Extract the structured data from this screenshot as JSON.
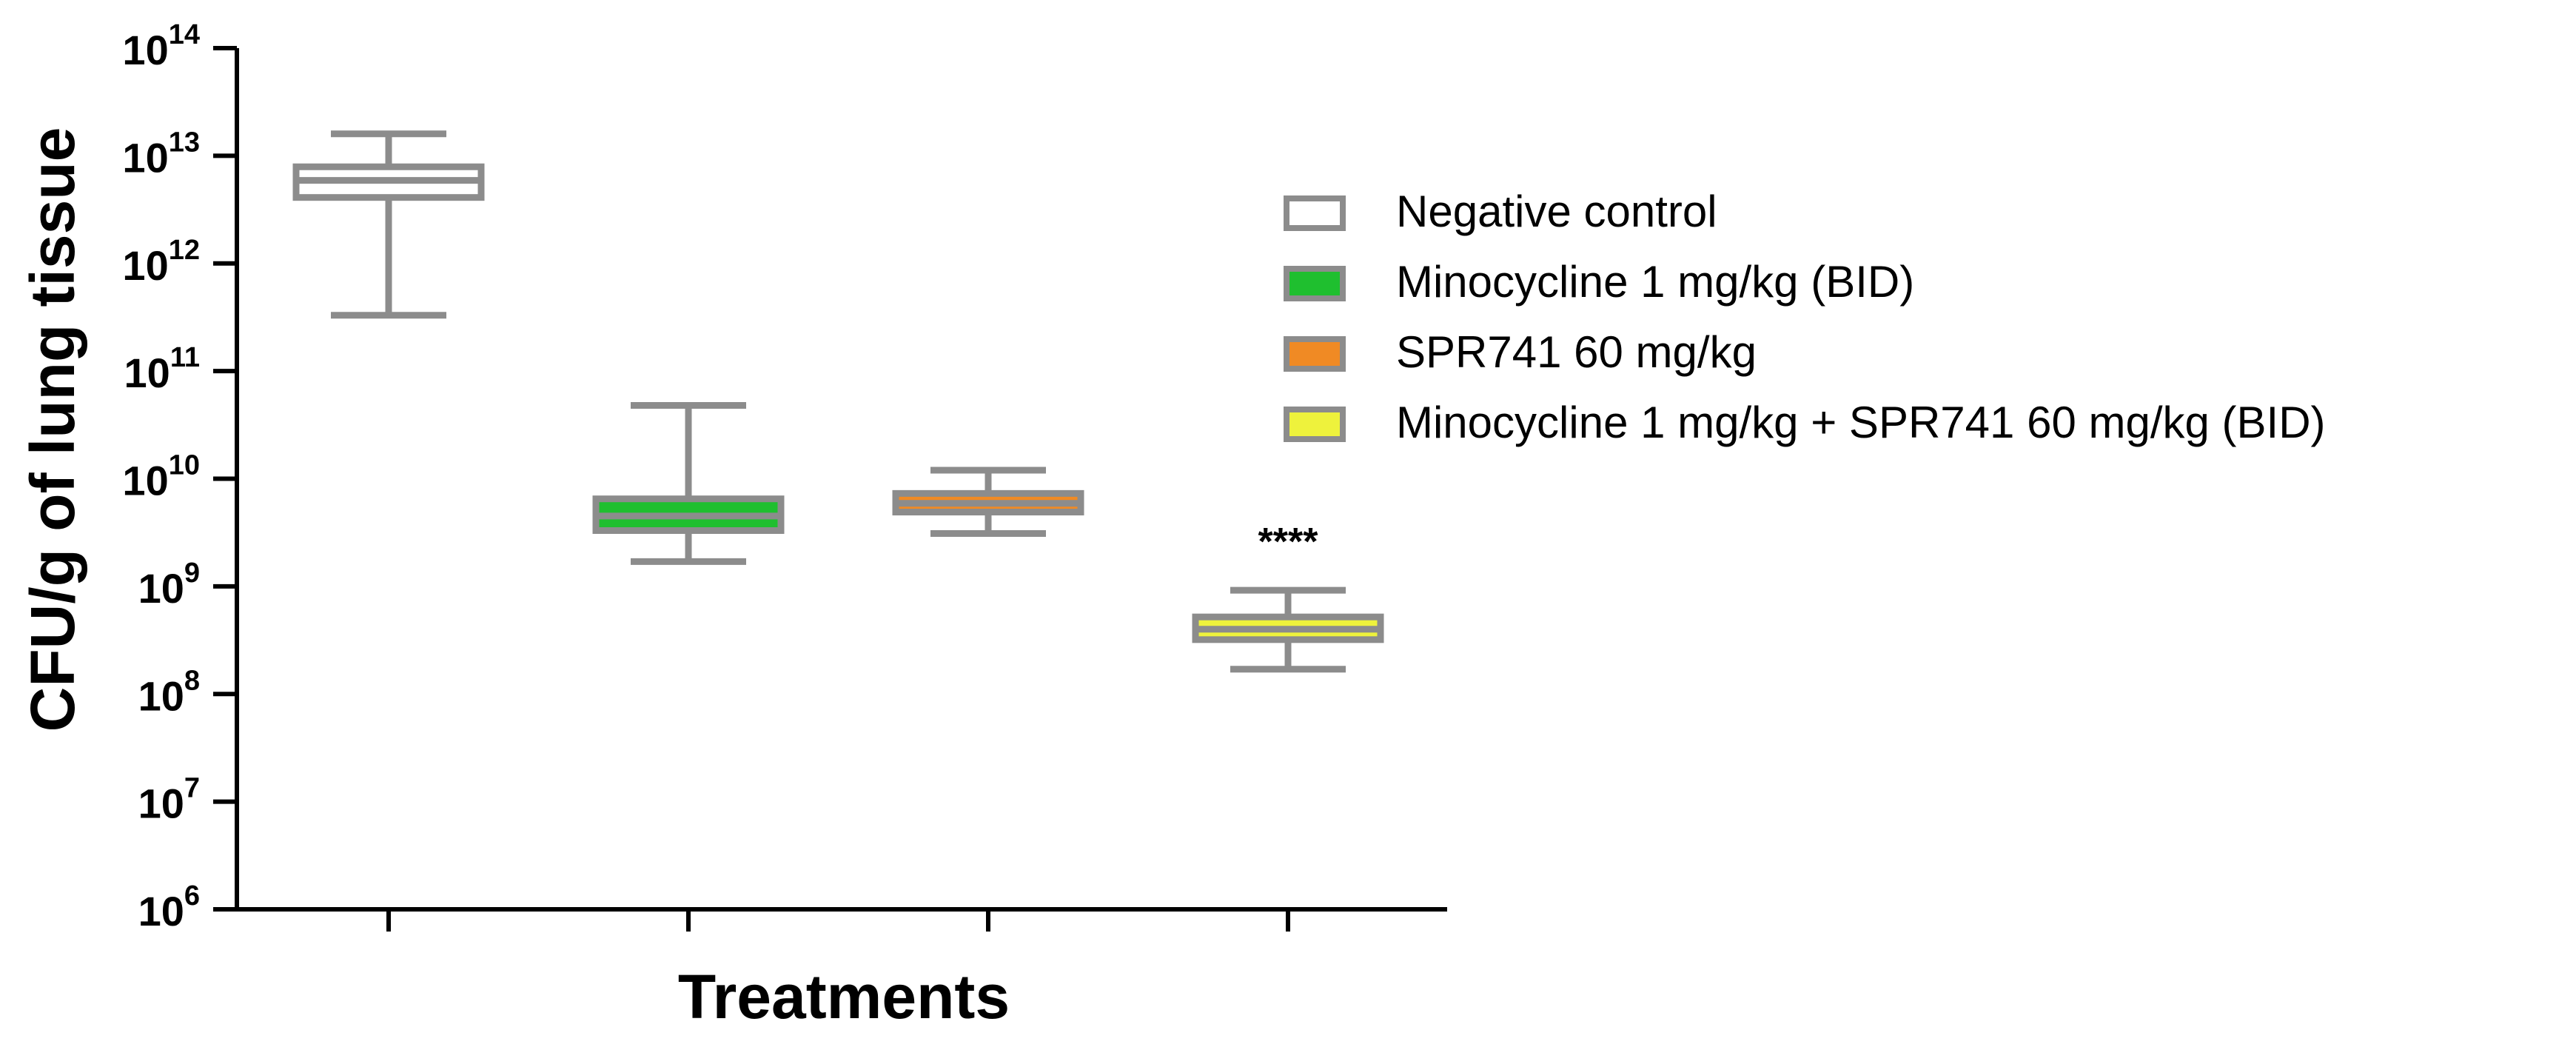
{
  "chart_data": {
    "type": "box",
    "xlabel": "Treatments",
    "ylabel": "CFU/g of lung tissue",
    "yscale": "log",
    "ylim": [
      1000000,
      100000000000000
    ],
    "y_ticks": [
      {
        "value": 1000000,
        "base": "10",
        "exp": "6"
      },
      {
        "value": 10000000,
        "base": "10",
        "exp": "7"
      },
      {
        "value": 100000000,
        "base": "10",
        "exp": "8"
      },
      {
        "value": 1000000000,
        "base": "10",
        "exp": "9"
      },
      {
        "value": 10000000000,
        "base": "10",
        "exp": "10"
      },
      {
        "value": 100000000000,
        "base": "10",
        "exp": "11"
      },
      {
        "value": 1000000000000,
        "base": "10",
        "exp": "12"
      },
      {
        "value": 10000000000000,
        "base": "10",
        "exp": "13"
      },
      {
        "value": 100000000000000,
        "base": "10",
        "exp": "14"
      }
    ],
    "legend_position": "right",
    "series": [
      {
        "name": "Negative control",
        "fill": "#ffffff",
        "min": 330000000000,
        "q1": 4100000000000,
        "median": 5900000000000,
        "q3": 7900000000000,
        "max": 16000000000000,
        "annotation": ""
      },
      {
        "name": "Minocycline 1 mg/kg (BID)",
        "fill": "#1fbf2f",
        "min": 1700000000,
        "q1": 3300000000,
        "median": 4500000000,
        "q3": 6500000000,
        "max": 48000000000,
        "annotation": ""
      },
      {
        "name": "SPR741 60 mg/kg",
        "fill": "#f08a24",
        "min": 3100000000,
        "q1": 4900000000,
        "median": 5900000000,
        "q3": 7300000000,
        "max": 12000000000,
        "annotation": ""
      },
      {
        "name": "Minocycline 1 mg/kg + SPR741 60 mg/kg (BID)",
        "fill": "#eef23c",
        "min": 170000000,
        "q1": 320000000,
        "median": 400000000,
        "q3": 520000000,
        "max": 920000000,
        "annotation": "****"
      }
    ]
  }
}
